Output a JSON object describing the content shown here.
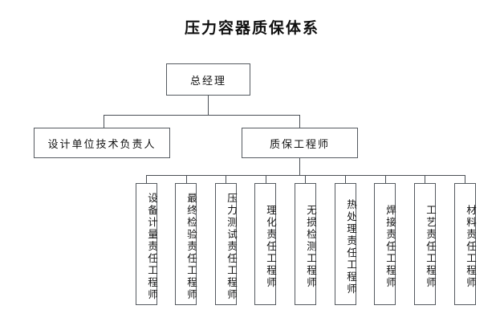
{
  "title": "压力容器质保体系",
  "diagram": {
    "type": "org-chart",
    "orientation": "top-down",
    "background_color": "#ffffff",
    "border_color": "#555a60",
    "text_color": "#121212",
    "levels": [
      {
        "level": 1,
        "nodes": [
          {
            "id": "general-manager",
            "label": "总经理",
            "text_direction": "horizontal"
          }
        ]
      },
      {
        "level": 2,
        "nodes": [
          {
            "id": "design-technical-director",
            "label": "设计单位技术负责人",
            "text_direction": "horizontal",
            "parent": "general-manager"
          },
          {
            "id": "qa-engineer",
            "label": "质保工程师",
            "text_direction": "horizontal",
            "parent": "general-manager"
          }
        ]
      },
      {
        "level": 3,
        "parent": "qa-engineer",
        "nodes": [
          {
            "id": "equipment-metrology-engineer",
            "label": "设备计量责任工程师",
            "text_direction": "vertical"
          },
          {
            "id": "final-inspection-engineer",
            "label": "最终检验责任工程师",
            "text_direction": "vertical"
          },
          {
            "id": "pressure-test-engineer",
            "label": "压力测试责任工程师",
            "text_direction": "vertical"
          },
          {
            "id": "physical-chemical-engineer",
            "label": "理化责任工程师",
            "text_direction": "vertical"
          },
          {
            "id": "ndt-engineer",
            "label": "无损检测工程师",
            "text_direction": "vertical"
          },
          {
            "id": "heat-treatment-engineer",
            "label": "热处理责任工程师",
            "text_direction": "vertical"
          },
          {
            "id": "welding-engineer",
            "label": "焊接责任工程师",
            "text_direction": "vertical"
          },
          {
            "id": "process-engineer",
            "label": "工艺责任工程师",
            "text_direction": "vertical"
          },
          {
            "id": "material-engineer",
            "label": "材料责任工程师",
            "text_direction": "vertical"
          }
        ]
      }
    ]
  }
}
